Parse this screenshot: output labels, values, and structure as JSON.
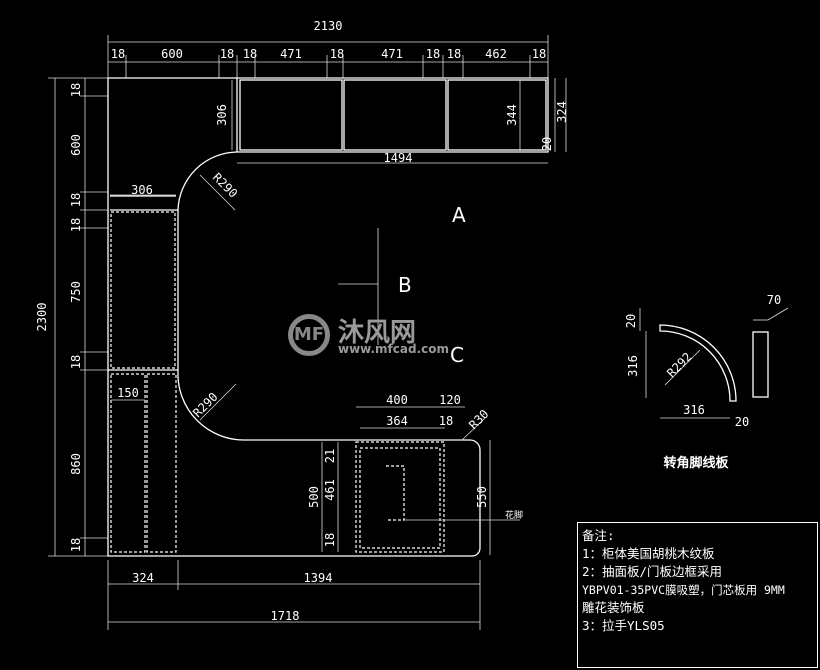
{
  "dims": {
    "total_width": "2130",
    "top_segments": [
      "18",
      "600",
      "18",
      "18",
      "471",
      "18",
      "471",
      "18",
      "18",
      "462",
      "18"
    ],
    "total_height": "2300",
    "left_segments": [
      "18",
      "600",
      "18",
      "18",
      "750",
      "18",
      "860",
      "18"
    ],
    "upper_depth": "306",
    "upper_inner_height": "344",
    "right_20": "20",
    "right_324": "324",
    "upper_run": "1494",
    "corner_depth": "306",
    "radius_top": "R290",
    "radius_bottom": "R290",
    "left_150": "150",
    "bottom_324": "324",
    "bottom_1394": "1394",
    "bottom_total": "1718",
    "sink_400": "400",
    "sink_120": "120",
    "sink_364": "364",
    "sink_18": "18",
    "radius_r30": "R30",
    "side_500": "500",
    "side_21": "21",
    "side_461": "461",
    "side_18": "18",
    "side_550": "550",
    "label_huajiao": "花脚"
  },
  "markers": {
    "a": "A",
    "b": "B",
    "c": "C"
  },
  "detail": {
    "title": "转角脚线板",
    "d20_top": "20",
    "d316_v": "316",
    "radius": "R292",
    "d316_h": "316",
    "d20_bottom": "20",
    "d70": "70"
  },
  "watermark": {
    "logo": "MF",
    "name": "沐风网",
    "url": "www.mfcad.com"
  },
  "notes": {
    "title": "备注:",
    "lines": [
      "1：柜体美国胡桃木纹板",
      "2：抽面板/门板边框采用",
      "YBPV01-35PVC膜吸塑，门芯板用 9MM",
      "雕花装饰板",
      "3：拉手YLS05"
    ]
  }
}
